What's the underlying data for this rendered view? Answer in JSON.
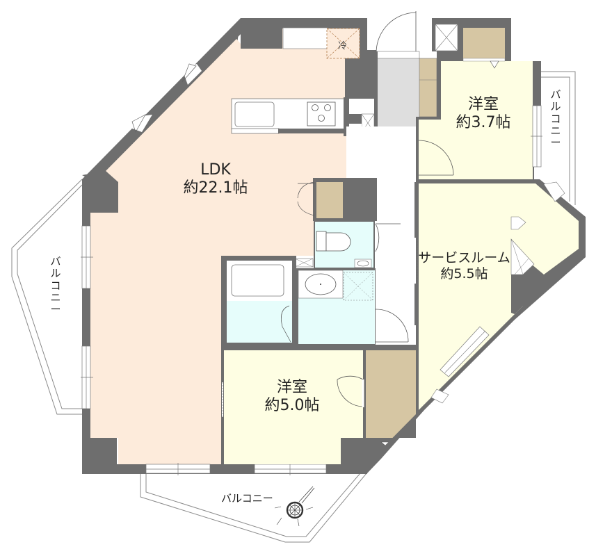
{
  "floorplan": {
    "colors": {
      "wall": "#6e6e6e",
      "ldk": "#fdebdb",
      "western_room": "#fefee3",
      "wet_area": "#e6fdfb",
      "storage": "#d6c6a3",
      "entrance": "#dedede",
      "corridor": "#ffffff",
      "balcony_line": "#888888"
    },
    "rooms": {
      "ldk": {
        "name": "LDK",
        "area": "約22.1帖"
      },
      "western_room_1": {
        "name": "洋室",
        "area": "約3.7帖"
      },
      "service_room": {
        "name": "サービスルーム",
        "area": "約5.5帖"
      },
      "western_room_2": {
        "name": "洋室",
        "area": "約5.0帖"
      }
    },
    "balconies": {
      "west": "バルコニー",
      "east": "バルコニー",
      "south": "バルコニー"
    },
    "fixtures": {
      "fridge_mark": "冷"
    },
    "icons": [
      "compass-icon",
      "sink-icon",
      "stove-icon",
      "toilet-icon",
      "bathtub-icon",
      "washbasin-icon",
      "washing-machine-icon",
      "door-swing-icon",
      "window-icon"
    ]
  }
}
